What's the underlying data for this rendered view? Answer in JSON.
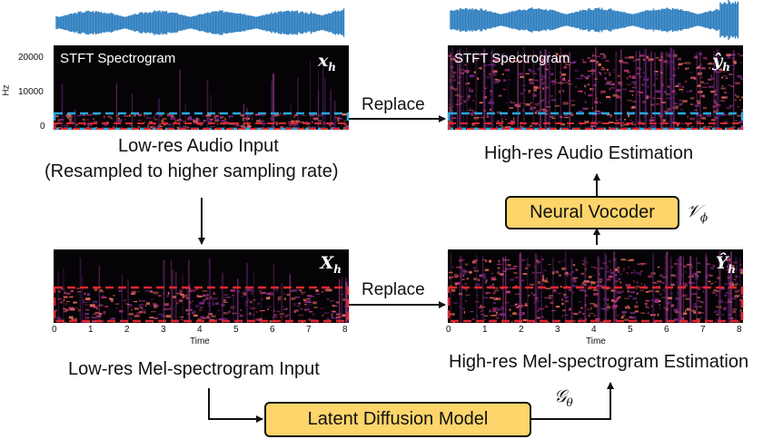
{
  "top_left": {
    "spectrogram_title": "STFT Spectrogram",
    "symbol": "x",
    "symbol_sub": "h",
    "y_axis_label": "Hz",
    "y_ticks": [
      "20000",
      "10000",
      "0"
    ],
    "caption_line1": "Low-res Audio Input",
    "caption_line2": "(Resampled to higher sampling rate)"
  },
  "top_right": {
    "spectrogram_title": "STFT Spectrogram",
    "symbol": "ŷ",
    "symbol_sub": "h",
    "caption": "High-res Audio Estimation"
  },
  "bottom_left": {
    "symbol": "X",
    "symbol_sub": "h",
    "x_ticks": [
      "0",
      "1",
      "2",
      "3",
      "4",
      "5",
      "6",
      "7",
      "8"
    ],
    "x_axis_label": "Time",
    "caption": "Low-res Mel-spectrogram Input"
  },
  "bottom_right": {
    "symbol": "Ŷ",
    "symbol_sub": "h",
    "x_ticks": [
      "0",
      "1",
      "2",
      "3",
      "4",
      "5",
      "6",
      "7",
      "8"
    ],
    "x_axis_label": "Time",
    "caption": "High-res Mel-spectrogram Estimation"
  },
  "replace_top": "Replace",
  "replace_bottom": "Replace",
  "vocoder": {
    "label": "Neural Vocoder",
    "symbol": "𝒱",
    "symbol_sub": "ϕ"
  },
  "ldm": {
    "label": "Latent Diffusion Model",
    "symbol": "𝒢",
    "symbol_sub": "θ"
  },
  "colors": {
    "box_fill": "#fdd56a",
    "blue_dash": "#29a8e0",
    "red_dash": "#e0282e",
    "waveform": "#2f7fc0",
    "spectrogram_bg": "#050306"
  }
}
